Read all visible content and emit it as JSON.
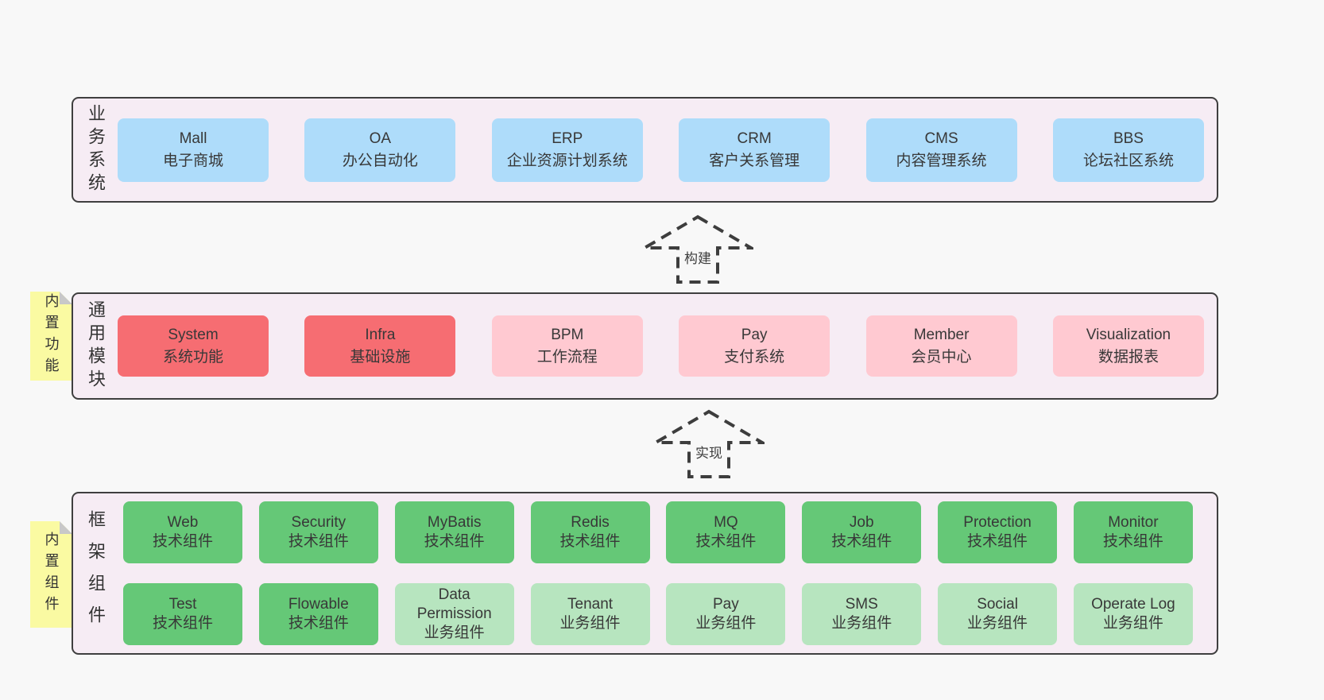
{
  "layers": {
    "business": {
      "label": "业务系统",
      "boxes": [
        {
          "name": "Mall",
          "desc": "电子商城"
        },
        {
          "name": "OA",
          "desc": "办公自动化"
        },
        {
          "name": "ERP",
          "desc": "企业资源计划系统"
        },
        {
          "name": "CRM",
          "desc": "客户关系管理"
        },
        {
          "name": "CMS",
          "desc": "内容管理系统"
        },
        {
          "name": "BBS",
          "desc": "论坛社区系统"
        }
      ]
    },
    "modules": {
      "label": "通用模块",
      "note": "内置功能",
      "boxes": [
        {
          "name": "System",
          "desc": "系统功能"
        },
        {
          "name": "Infra",
          "desc": "基础设施"
        },
        {
          "name": "BPM",
          "desc": "工作流程"
        },
        {
          "name": "Pay",
          "desc": "支付系统"
        },
        {
          "name": "Member",
          "desc": "会员中心"
        },
        {
          "name": "Visualization",
          "desc": "数据报表"
        }
      ]
    },
    "framework": {
      "label": "框架组件",
      "note": "内置组件",
      "row1": [
        {
          "name": "Web",
          "desc": "技术组件"
        },
        {
          "name": "Security",
          "desc": "技术组件"
        },
        {
          "name": "MyBatis",
          "desc": "技术组件"
        },
        {
          "name": "Redis",
          "desc": "技术组件"
        },
        {
          "name": "MQ",
          "desc": "技术组件"
        },
        {
          "name": "Job",
          "desc": "技术组件"
        },
        {
          "name": "Protection",
          "desc": "技术组件"
        },
        {
          "name": "Monitor",
          "desc": "技术组件"
        }
      ],
      "row2": [
        {
          "name": "Test",
          "desc": "技术组件"
        },
        {
          "name": "Flowable",
          "desc": "技术组件"
        },
        {
          "name": "Data Permission",
          "desc": "业务组件"
        },
        {
          "name": "Tenant",
          "desc": "业务组件"
        },
        {
          "name": "Pay",
          "desc": "业务组件"
        },
        {
          "name": "SMS",
          "desc": "业务组件"
        },
        {
          "name": "Social",
          "desc": "业务组件"
        },
        {
          "name": "Operate Log",
          "desc": "业务组件"
        }
      ]
    }
  },
  "arrows": {
    "build": "构建",
    "implement": "实现"
  },
  "colors": {
    "page_bg": "#f8f8f8",
    "container_bg": "#f6ecf4",
    "container_border": "#3f3f3f",
    "business_box": "#aedcfa",
    "core_module_box": "#f66d72",
    "optional_module_box": "#ffc9d1",
    "tech_component_box": "#65c877",
    "biz_component_box": "#b7e5bf",
    "sticky_note_bg": "#fafaa2",
    "sticky_note_fold": "#c8c8c8"
  }
}
